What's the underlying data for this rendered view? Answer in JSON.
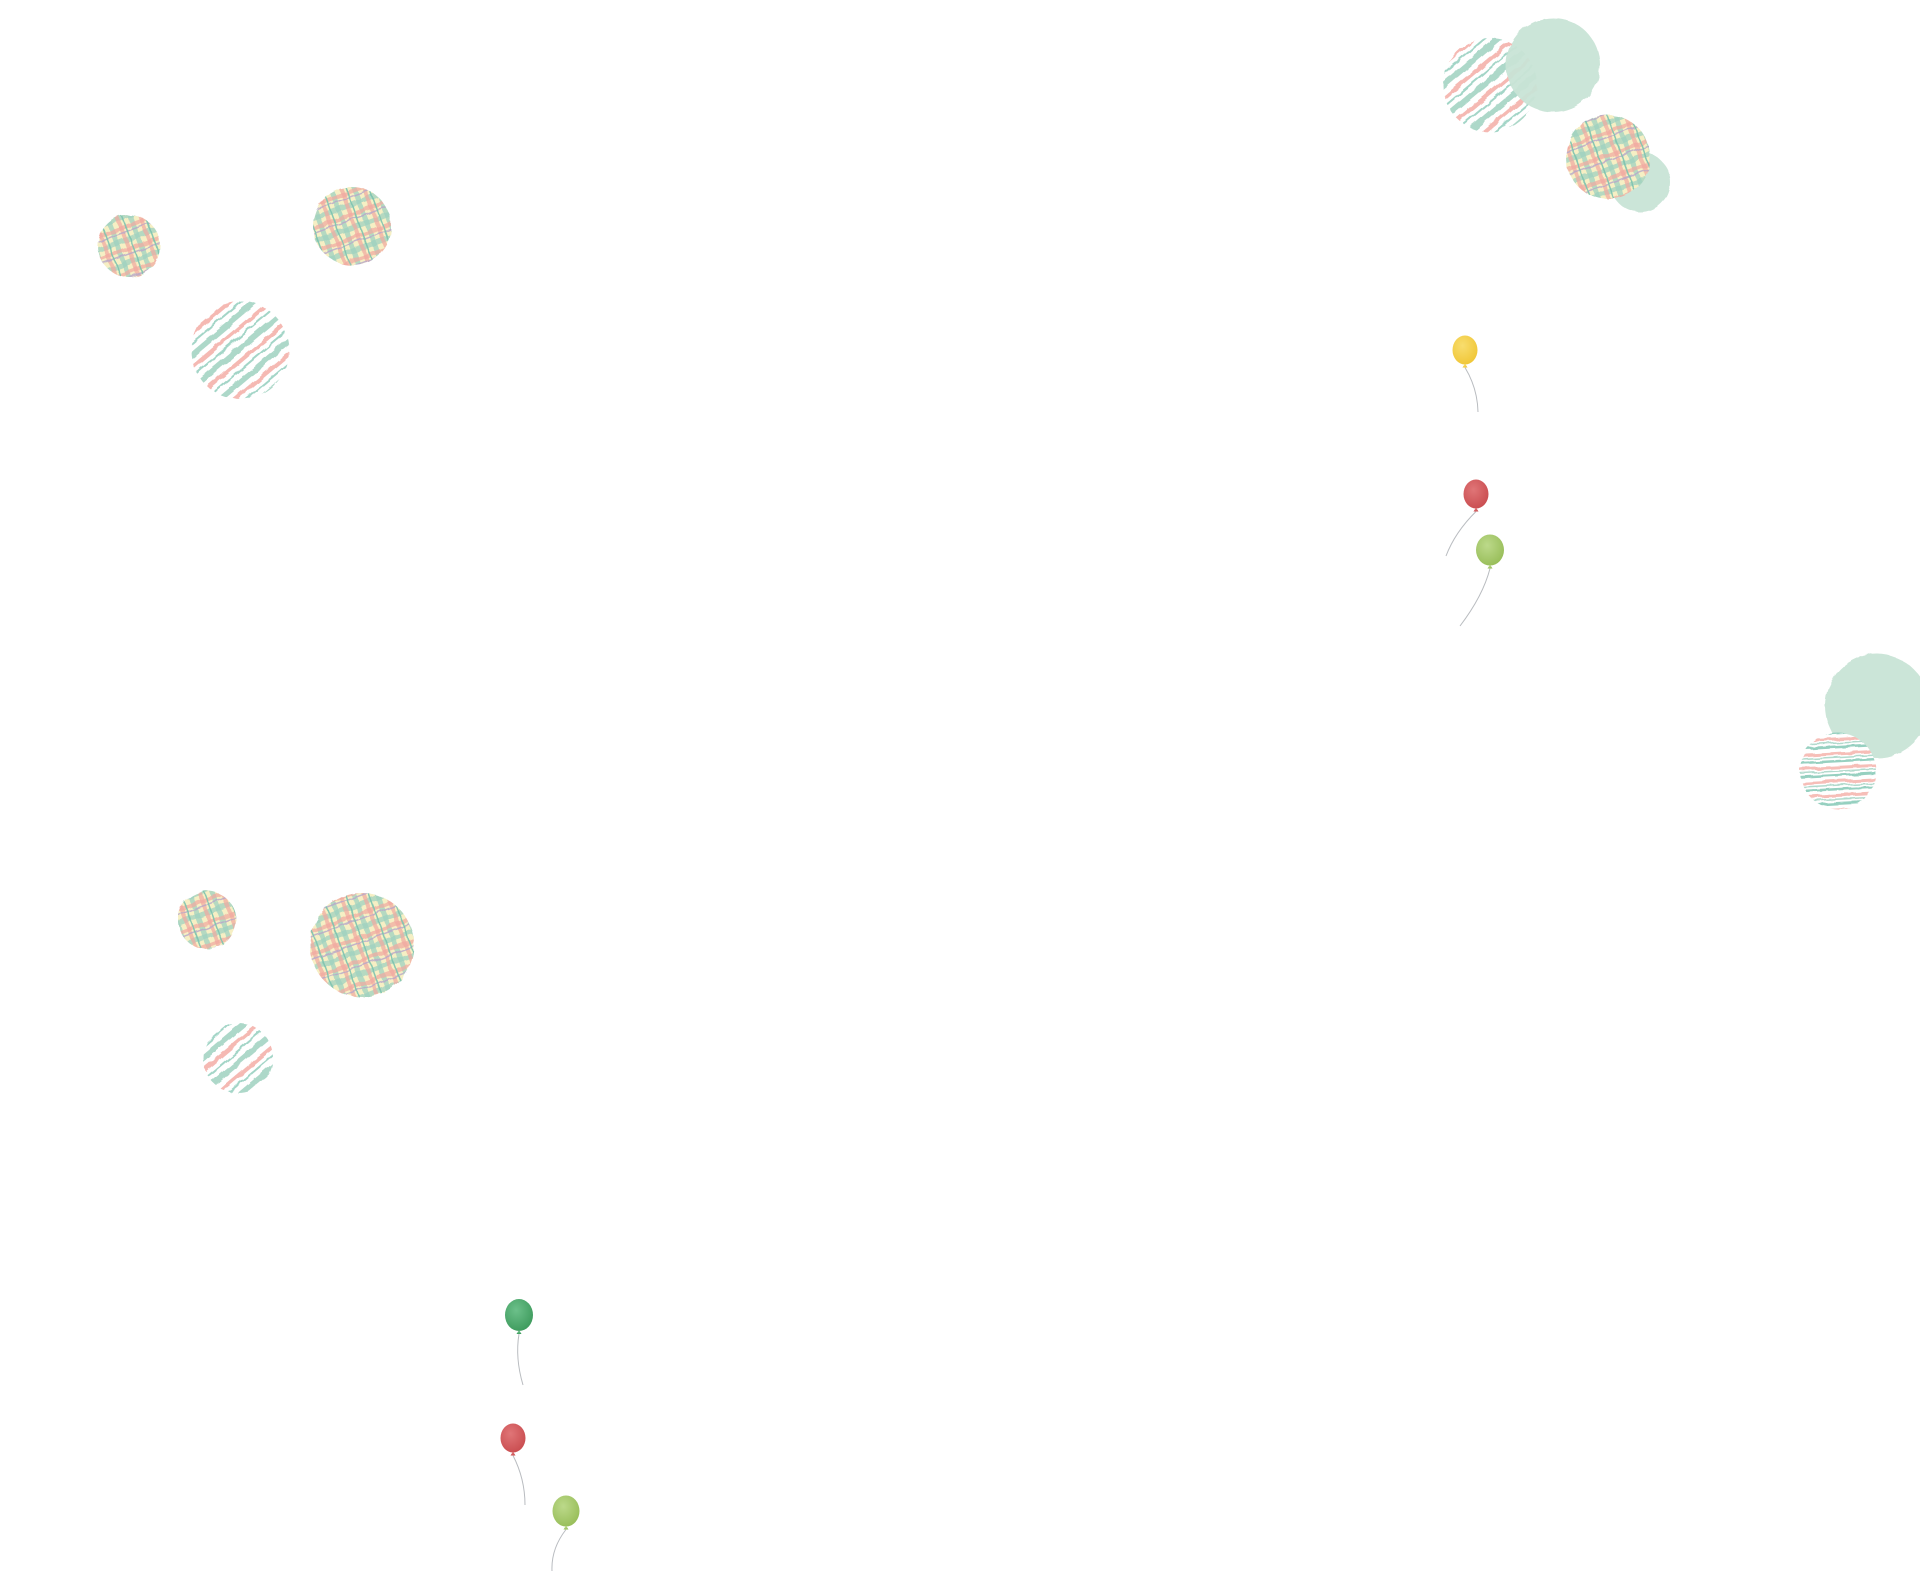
{
  "page": {
    "description_free": true
  },
  "palette": {
    "background": "#ffffff",
    "mint": "#9fd1c0",
    "mint_soft": "#c9e4d6",
    "teal_line": "#7cc4b0",
    "pink": "#f2a8a0",
    "rose": "#e48a8a",
    "cream": "#f6efc4",
    "lavender": "#b7a6c9",
    "balloon_yellow": "#f2cf4a",
    "balloon_red": "#d25b5d",
    "balloon_lime": "#a6c86c",
    "balloon_green": "#4aa86a",
    "string_gray": "#b9bcc0"
  },
  "decorations": {
    "dot_kinds": [
      "plaid",
      "stripes",
      "solid"
    ],
    "balloon_colors": [
      "yellow",
      "red",
      "lime",
      "green"
    ]
  }
}
